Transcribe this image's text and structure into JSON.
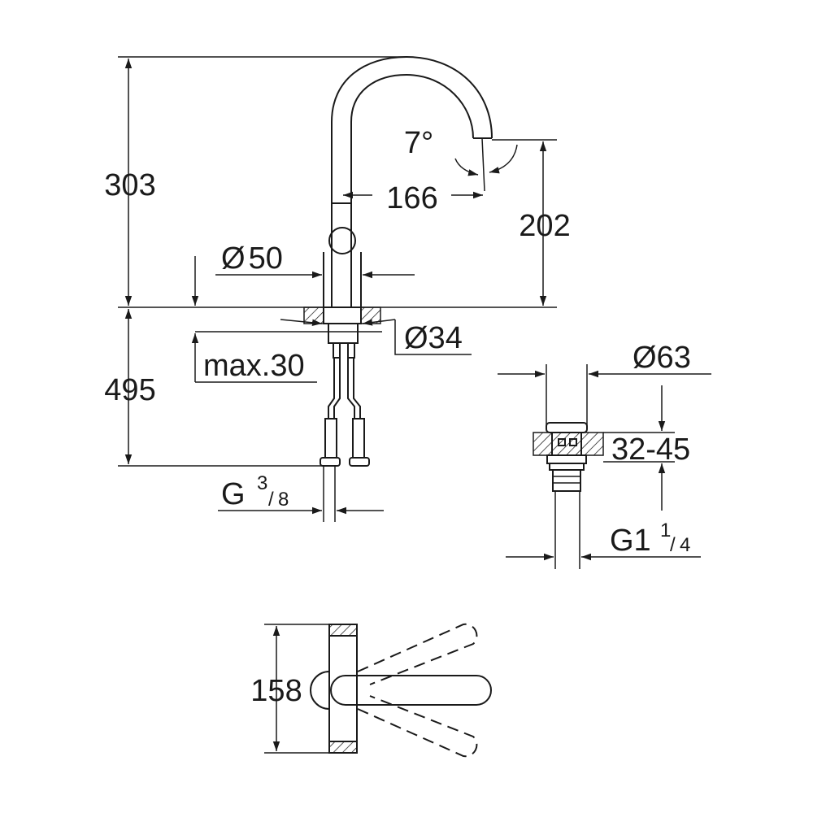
{
  "dimensions": {
    "total_height": "303",
    "spout_angle": "7°",
    "spout_reach": "166",
    "spout_height": "202",
    "body_diameter_symbol": "Ø",
    "body_diameter": "50",
    "hole_diameter": "Ø34",
    "deck_thickness": "max.30",
    "hose_length": "495",
    "hose_thread": "G",
    "hose_thread_num": "3",
    "hose_thread_den": "8",
    "waste_diameter": "Ø63",
    "waste_range": "32-45",
    "waste_thread": "G1",
    "waste_thread_num": "1",
    "waste_thread_den": "4",
    "top_view_width": "158"
  },
  "colors": {
    "ink": "#1a1a1a",
    "background": "#ffffff"
  }
}
